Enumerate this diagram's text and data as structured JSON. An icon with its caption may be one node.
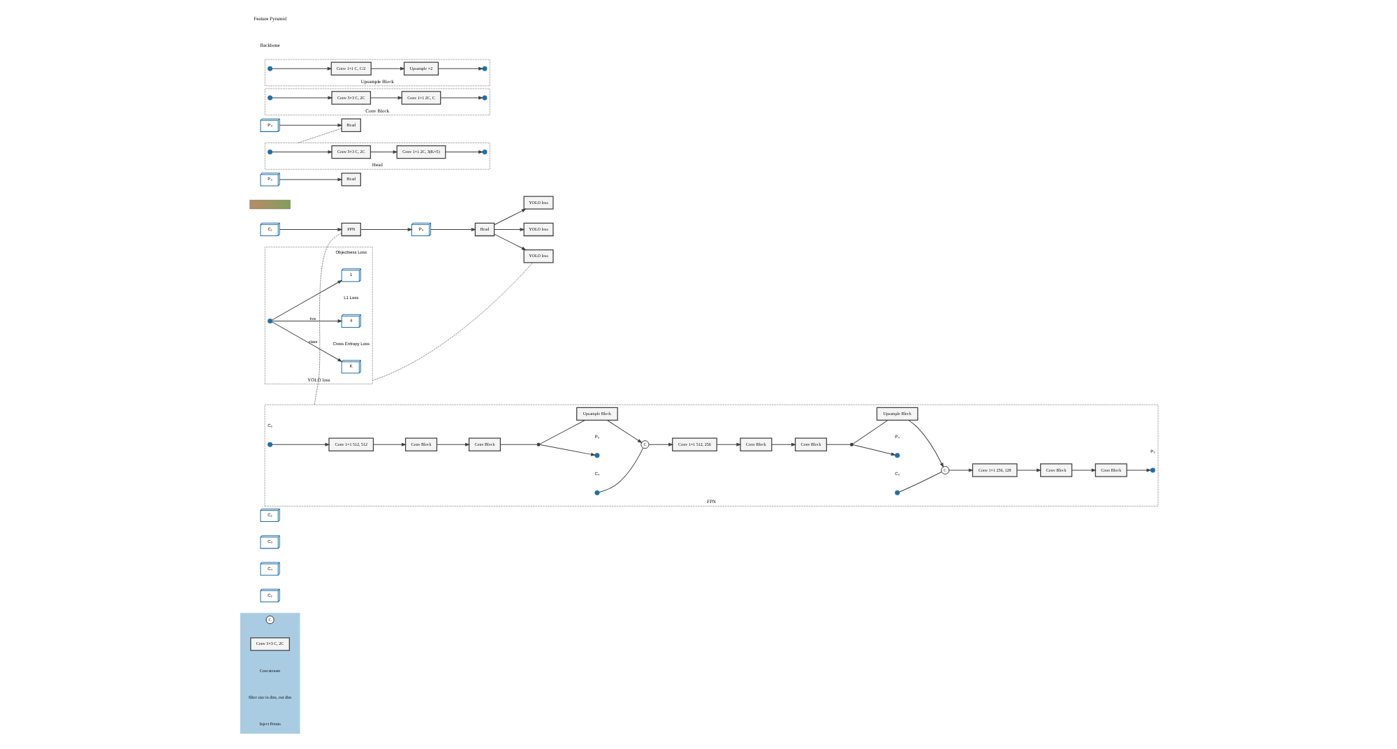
{
  "diagram": {
    "nodes": [
      {
        "text": [],
        "shape": "box"
      },
      {
        "text": [
          "C₅"
        ]
      },
      {
        "text": [
          "C₄"
        ]
      },
      {
        "text": [
          "C₃"
        ]
      },
      {
        "text": [
          "C₂"
        ]
      },
      {
        "text": [
          "C₁"
        ]
      },
      {
        "text": [],
        "shape": "picture"
      },
      {
        "text": [
          "FPN"
        ]
      },
      {
        "text": [
          "C"
        ],
        "in": 0
      },
      {
        "text": [
          "P₅"
        ]
      },
      {
        "text": [
          "P₄"
        ]
      },
      {
        "text": [
          "P₃"
        ]
      },
      {
        "text": [
          "Head"
        ]
      },
      {
        "text": [
          "Head"
        ]
      },
      {
        "text": [
          "Head"
        ]
      },
      {
        "text": [
          "YOLO loss"
        ]
      },
      {
        "text": [
          "YOLO loss"
        ]
      },
      {
        "text": [
          "YOLO loss"
        ]
      },
      {
        "text": [
          "Conv Block"
        ]
      },
      {
        "text": [],
        "shape": "circle",
        "in": 18
      },
      {
        "text": [
          "Conv 3×3 C, 2C"
        ],
        "in": 18
      },
      {
        "text": [
          "Conv 1×1 2C, C"
        ],
        "in": 18
      },
      {
        "text": [],
        "shape": "circle",
        "in": 18
      },
      {
        "text": [
          "Upsample Block"
        ]
      },
      {
        "text": [],
        "shape": "circle",
        "in": 23
      },
      {
        "text": [
          "Conv 1×1 C, C/2"
        ],
        "in": 23
      },
      {
        "text": [
          "Upsample ×2"
        ],
        "in": 23
      },
      {
        "text": [],
        "shape": "circle",
        "in": 23
      },
      {
        "text": [
          "FPN"
        ]
      },
      {
        "text": [],
        "shape": "circle",
        "beside": [
          "C₅"
        ],
        "in": 28
      },
      {
        "text": [],
        "shape": "circle",
        "beside": [
          "C₄"
        ],
        "in": 28
      },
      {
        "text": [],
        "shape": "circle",
        "beside": [
          "C₃"
        ],
        "in": 28
      },
      {
        "text": [
          "Conv 1×1 512, 512"
        ],
        "in": 28
      },
      {
        "text": [
          "Conv Block"
        ],
        "in": 28
      },
      {
        "text": [
          "Conv Block"
        ],
        "in": 28
      },
      {
        "text": [],
        "shape": "circle",
        "in": 28
      },
      {
        "text": [],
        "shape": "circle",
        "beside": [
          "P₅"
        ],
        "in": 28
      },
      {
        "text": [
          "Upsample Block"
        ],
        "in": 28
      },
      {
        "text": [
          "C"
        ],
        "in": 28
      },
      {
        "text": [
          "Conv 1×1 512, 256"
        ],
        "in": 28
      },
      {
        "text": [
          "Conv Block"
        ],
        "in": 28
      },
      {
        "text": [
          "Conv Block"
        ],
        "in": 28
      },
      {
        "text": [],
        "shape": "circle",
        "in": 28
      },
      {
        "text": [],
        "shape": "circle",
        "beside": [
          "P₄"
        ],
        "in": 28
      },
      {
        "text": [
          "Upsample Block"
        ],
        "in": 28
      },
      {
        "text": [
          "C"
        ],
        "in": 28
      },
      {
        "text": [
          "Conv 1×1 256, 128"
        ],
        "in": 28
      },
      {
        "text": [
          "Conv Block"
        ],
        "in": 28
      },
      {
        "text": [
          "Conv Block"
        ],
        "in": 28
      },
      {
        "text": [],
        "shape": "circle",
        "beside": [
          "P₃"
        ],
        "in": 28
      },
      {
        "text": [
          "Head"
        ]
      },
      {
        "text": [],
        "shape": "circle",
        "in": 50
      },
      {
        "text": [
          "Conv 3×3 C, 2C"
        ],
        "in": 50
      },
      {
        "text": [
          "Conv 1×1 2C, 3(K+5)"
        ],
        "in": 50
      },
      {
        "text": [],
        "shape": "circle",
        "in": 50
      },
      {
        "text": [
          "YOLO loss"
        ]
      },
      {
        "text": [],
        "shape": "circle",
        "in": 55
      },
      {
        "text": [
          "K"
        ],
        "beside": [
          "Cross Entropy Loss"
        ],
        "in": 55
      },
      {
        "text": [
          "4"
        ],
        "beside": [
          "L1 Loss"
        ],
        "in": 55
      },
      {
        "text": [
          "1"
        ],
        "beside": [
          "Objectness Loss"
        ],
        "in": 55
      },
      {
        "text": [
          "Conv 3×3 C, 2C"
        ],
        "in": 0
      }
    ],
    "edges": [
      {
        "from": 5,
        "to": 7,
        "arrow": "to"
      },
      {
        "from": 7,
        "to": 10,
        "arrow": "to"
      },
      {
        "from": 9,
        "to": 12,
        "arrow": "to"
      },
      {
        "from": 10,
        "to": 13,
        "arrow": "to"
      },
      {
        "from": 11,
        "to": 14,
        "arrow": "to"
      },
      {
        "from": 13,
        "to": 15,
        "arrow": "to"
      },
      {
        "from": 13,
        "to": 16,
        "arrow": "to"
      },
      {
        "from": 13,
        "to": 17,
        "arrow": "to"
      },
      {
        "from": 19,
        "to": 20,
        "arrow": "to"
      },
      {
        "from": 20,
        "to": 21,
        "arrow": "to"
      },
      {
        "from": 21,
        "to": 22,
        "arrow": "to"
      },
      {
        "from": 24,
        "to": 25,
        "arrow": "to"
      },
      {
        "from": 25,
        "to": 26,
        "arrow": "to"
      },
      {
        "from": 26,
        "to": 27,
        "arrow": "to"
      },
      {
        "from": 29,
        "to": 32,
        "arrow": "to"
      },
      {
        "from": 32,
        "to": 33,
        "arrow": "to"
      },
      {
        "from": 33,
        "to": 34,
        "arrow": "to"
      },
      {
        "from": 34,
        "to": 35,
        "arrow": "none"
      },
      {
        "from": 35,
        "to": 36,
        "arrow": "to"
      },
      {
        "from": 35,
        "to": 37,
        "arrow": "none"
      },
      {
        "from": 37,
        "to": 38,
        "arrow": "to"
      },
      {
        "from": 30,
        "to": 38,
        "arrow": "none"
      },
      {
        "from": 38,
        "to": 39,
        "arrow": "to"
      },
      {
        "from": 39,
        "to": 40,
        "arrow": "to"
      },
      {
        "from": 40,
        "to": 41,
        "arrow": "to"
      },
      {
        "from": 41,
        "to": 42,
        "arrow": "none"
      },
      {
        "from": 42,
        "to": 43,
        "arrow": "to"
      },
      {
        "from": 42,
        "to": 44,
        "arrow": "none"
      },
      {
        "from": 44,
        "to": 45,
        "arrow": "to"
      },
      {
        "from": 31,
        "to": 45,
        "arrow": "none"
      },
      {
        "from": 45,
        "to": 46,
        "arrow": "to"
      },
      {
        "from": 46,
        "to": 47,
        "arrow": "to"
      },
      {
        "from": 47,
        "to": 48,
        "arrow": "to"
      },
      {
        "from": 48,
        "to": 49,
        "arrow": "to"
      },
      {
        "from": 51,
        "to": 52,
        "arrow": "to"
      },
      {
        "from": 52,
        "to": 53,
        "arrow": "to"
      },
      {
        "from": 53,
        "to": 54,
        "arrow": "to"
      },
      {
        "from": 56,
        "to": 57,
        "arrow": "to",
        "label": "class"
      },
      {
        "from": 56,
        "to": 58,
        "arrow": "to",
        "label": "box"
      },
      {
        "from": 56,
        "to": 59,
        "arrow": "to"
      },
      {
        "from": 7,
        "to": 28,
        "arrow": "none",
        "style": "dashed"
      },
      {
        "from": 14,
        "to": 50,
        "arrow": "none",
        "style": "dashed"
      },
      {
        "from": 17,
        "to": 55,
        "arrow": "none",
        "style": "dashed"
      }
    ],
    "labels": [
      "Backbone",
      "Feature Pyramid"
    ],
    "legend": [
      {
        "text": "Concatenate"
      },
      {
        "text": "filter size in dim, out dim"
      },
      {
        "text": "Inject Points"
      }
    ]
  }
}
